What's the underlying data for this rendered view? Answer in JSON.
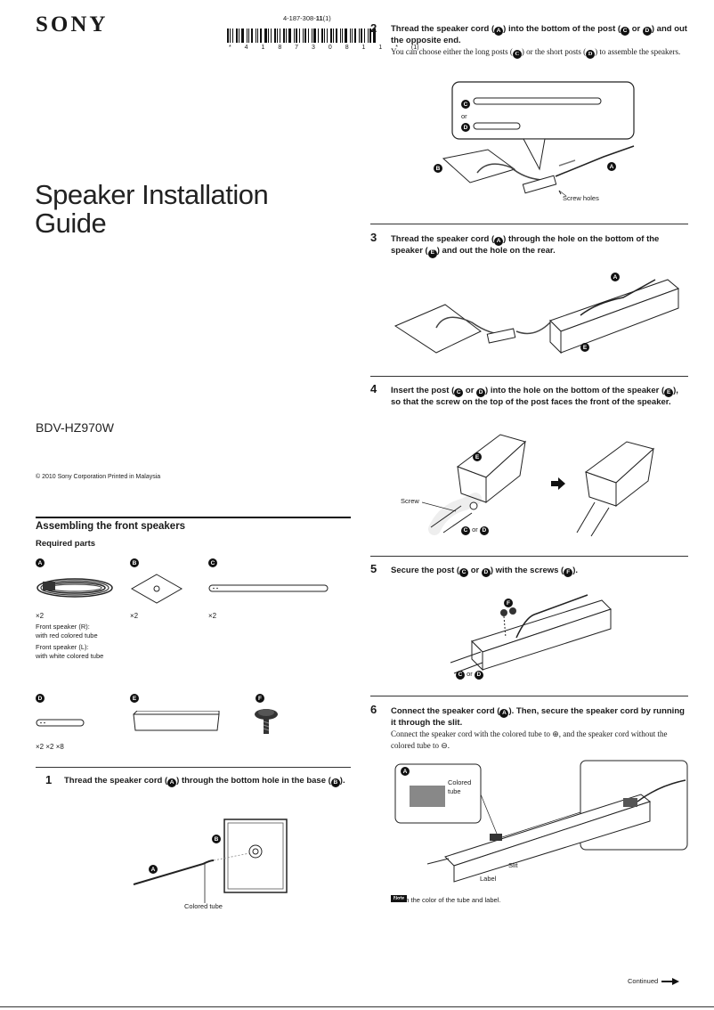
{
  "header": {
    "brand": "SONY",
    "part_number_prefix": "4-187-308-",
    "part_number_bold": "11",
    "part_number_suffix": "(1)",
    "barcode_digits": "* 4 1 8 7 3 0 8 1 1 *",
    "barcode_suffix": "(1)"
  },
  "cover": {
    "title_line1": "Speaker Installation",
    "title_line2": "Guide",
    "model": "BDV-HZ970W",
    "copyright": "© 2010 Sony Corporation   Printed in Malaysia"
  },
  "assembly": {
    "heading": "Assembling the front speakers",
    "required_parts": "Required parts",
    "parts": [
      {
        "letter": "A",
        "qty": "×2",
        "notes": [
          "Front speaker (R):",
          "with red colored tube",
          "Front speaker (L):",
          "with white colored tube"
        ]
      },
      {
        "letter": "B",
        "qty": "×2"
      },
      {
        "letter": "C",
        "qty": "×2"
      },
      {
        "letter": "D",
        "qty": "×2 ×2 ×8"
      },
      {
        "letter": "E"
      },
      {
        "letter": "F"
      }
    ]
  },
  "steps": [
    {
      "num": "1",
      "text_a": "Thread the speaker cord (",
      "l1": "A",
      "text_b": ") through the bottom hole in the base (",
      "l2": "B",
      "text_c": ").",
      "callout_colored_tube": "Colored tube",
      "labels": [
        "A",
        "B"
      ]
    },
    {
      "num": "2",
      "text_a": "Thread the speaker cord (",
      "l1": "A",
      "text_b": ") into the bottom of the post (",
      "l2": "C",
      "text_c": " or ",
      "l3": "D",
      "text_d": ") and out the opposite end.",
      "note_a": "You can choose either the long posts (",
      "nl1": "C",
      "note_b": ") or the short posts (",
      "nl2": "D",
      "note_c": ") to assemble the speakers.",
      "or": "or",
      "screw_holes": "Screw holes",
      "labels": [
        "C",
        "D",
        "B",
        "A"
      ]
    },
    {
      "num": "3",
      "text_a": "Thread the speaker cord (",
      "l1": "A",
      "text_b": ") through the hole on the bottom of the speaker (",
      "l2": "E",
      "text_c": ") and out the hole on the rear.",
      "labels": [
        "A",
        "E"
      ]
    },
    {
      "num": "4",
      "text_a": "Insert the post (",
      "l1": "C",
      "text_b": " or ",
      "l2": "D",
      "text_c": ") into the hole on the bottom of the speaker (",
      "l3": "E",
      "text_d": "), so that the screw on the top of the post faces the front of the speaker.",
      "screw": "Screw",
      "or": "or",
      "labels": [
        "E",
        "C",
        "D"
      ]
    },
    {
      "num": "5",
      "text_a": "Secure the post (",
      "l1": "C",
      "text_b": " or ",
      "l2": "D",
      "text_c": ") with the screws (",
      "l3": "F",
      "text_d": ").",
      "or": "or",
      "labels": [
        "F",
        "C",
        "D"
      ]
    },
    {
      "num": "6",
      "text_a": "Connect the speaker cord (",
      "l1": "A",
      "text_b": "). Then, secure the speaker cord by running it through the slit.",
      "note": "Connect the speaker cord with the colored tube to ⊕, and the speaker cord without the colored tube to ⊖.",
      "colored_tube": "Colored tube",
      "slit": "Slit",
      "label": "Label",
      "note_badge": "Note",
      "note_text": "Match the color of the tube and label.",
      "labels": [
        "A"
      ]
    }
  ],
  "footer": {
    "continued": "Continued"
  }
}
